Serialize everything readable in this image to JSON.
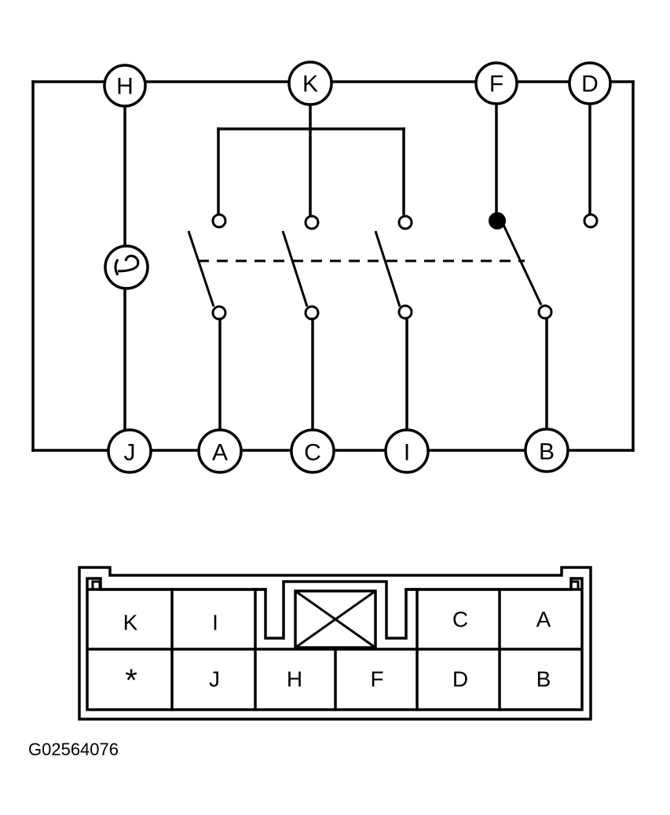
{
  "schematic": {
    "terminals_top": [
      "H",
      "K",
      "F",
      "D"
    ],
    "terminals_bottom": [
      "J",
      "A",
      "C",
      "I",
      "B"
    ]
  },
  "connector": {
    "top_row": [
      "K",
      "I",
      "",
      "",
      "C",
      "A"
    ],
    "bottom_row": [
      "*",
      "J",
      "H",
      "F",
      "D",
      "B"
    ]
  },
  "figure_code": "G02564076"
}
